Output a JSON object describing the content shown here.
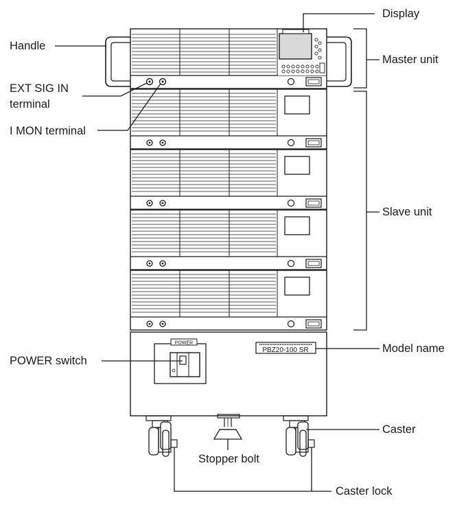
{
  "callouts": {
    "display": "Display",
    "handle": "Handle",
    "master_unit": "Master unit",
    "ext_sig_in_line1": "EXT SIG IN",
    "ext_sig_in_line2": "terminal",
    "i_mon": "I MON terminal",
    "slave_unit": "Slave unit",
    "model_name": "Model name",
    "power_switch": "POWER switch",
    "caster": "Caster",
    "stopper_bolt": "Stopper bolt",
    "caster_lock": "Caster lock"
  },
  "device": {
    "power_panel_label": "POWER",
    "model_plate_text": "PBZ20-100 SR"
  },
  "colors": {
    "line": "#1a1a1a",
    "background": "#ffffff",
    "display_fill": "#d9d9d9"
  }
}
